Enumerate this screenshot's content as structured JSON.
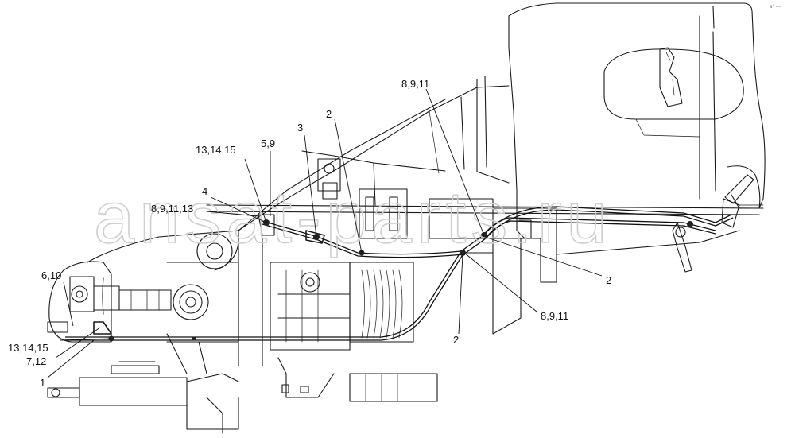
{
  "watermark": "ansat-parts.ru",
  "corner_mark": "a^ ---",
  "callouts": [
    {
      "id": "c-8-9-11-top",
      "text": "8,9,11"
    },
    {
      "id": "c-2-top",
      "text": "2"
    },
    {
      "id": "c-3",
      "text": "3"
    },
    {
      "id": "c-5-9",
      "text": "5,9"
    },
    {
      "id": "c-13-14-15-top",
      "text": "13,14,15"
    },
    {
      "id": "c-4",
      "text": "4"
    },
    {
      "id": "c-8-9-11-13",
      "text": "8,9,11,13"
    },
    {
      "id": "c-6-10",
      "text": "6,10"
    },
    {
      "id": "c-13-14-15-bottom",
      "text": "13,14,15"
    },
    {
      "id": "c-7-12",
      "text": "7,12"
    },
    {
      "id": "c-1",
      "text": "1"
    },
    {
      "id": "c-2-right",
      "text": "2"
    },
    {
      "id": "c-8-9-11-right",
      "text": "8,9,11"
    },
    {
      "id": "c-2-bottom",
      "text": "2"
    }
  ]
}
